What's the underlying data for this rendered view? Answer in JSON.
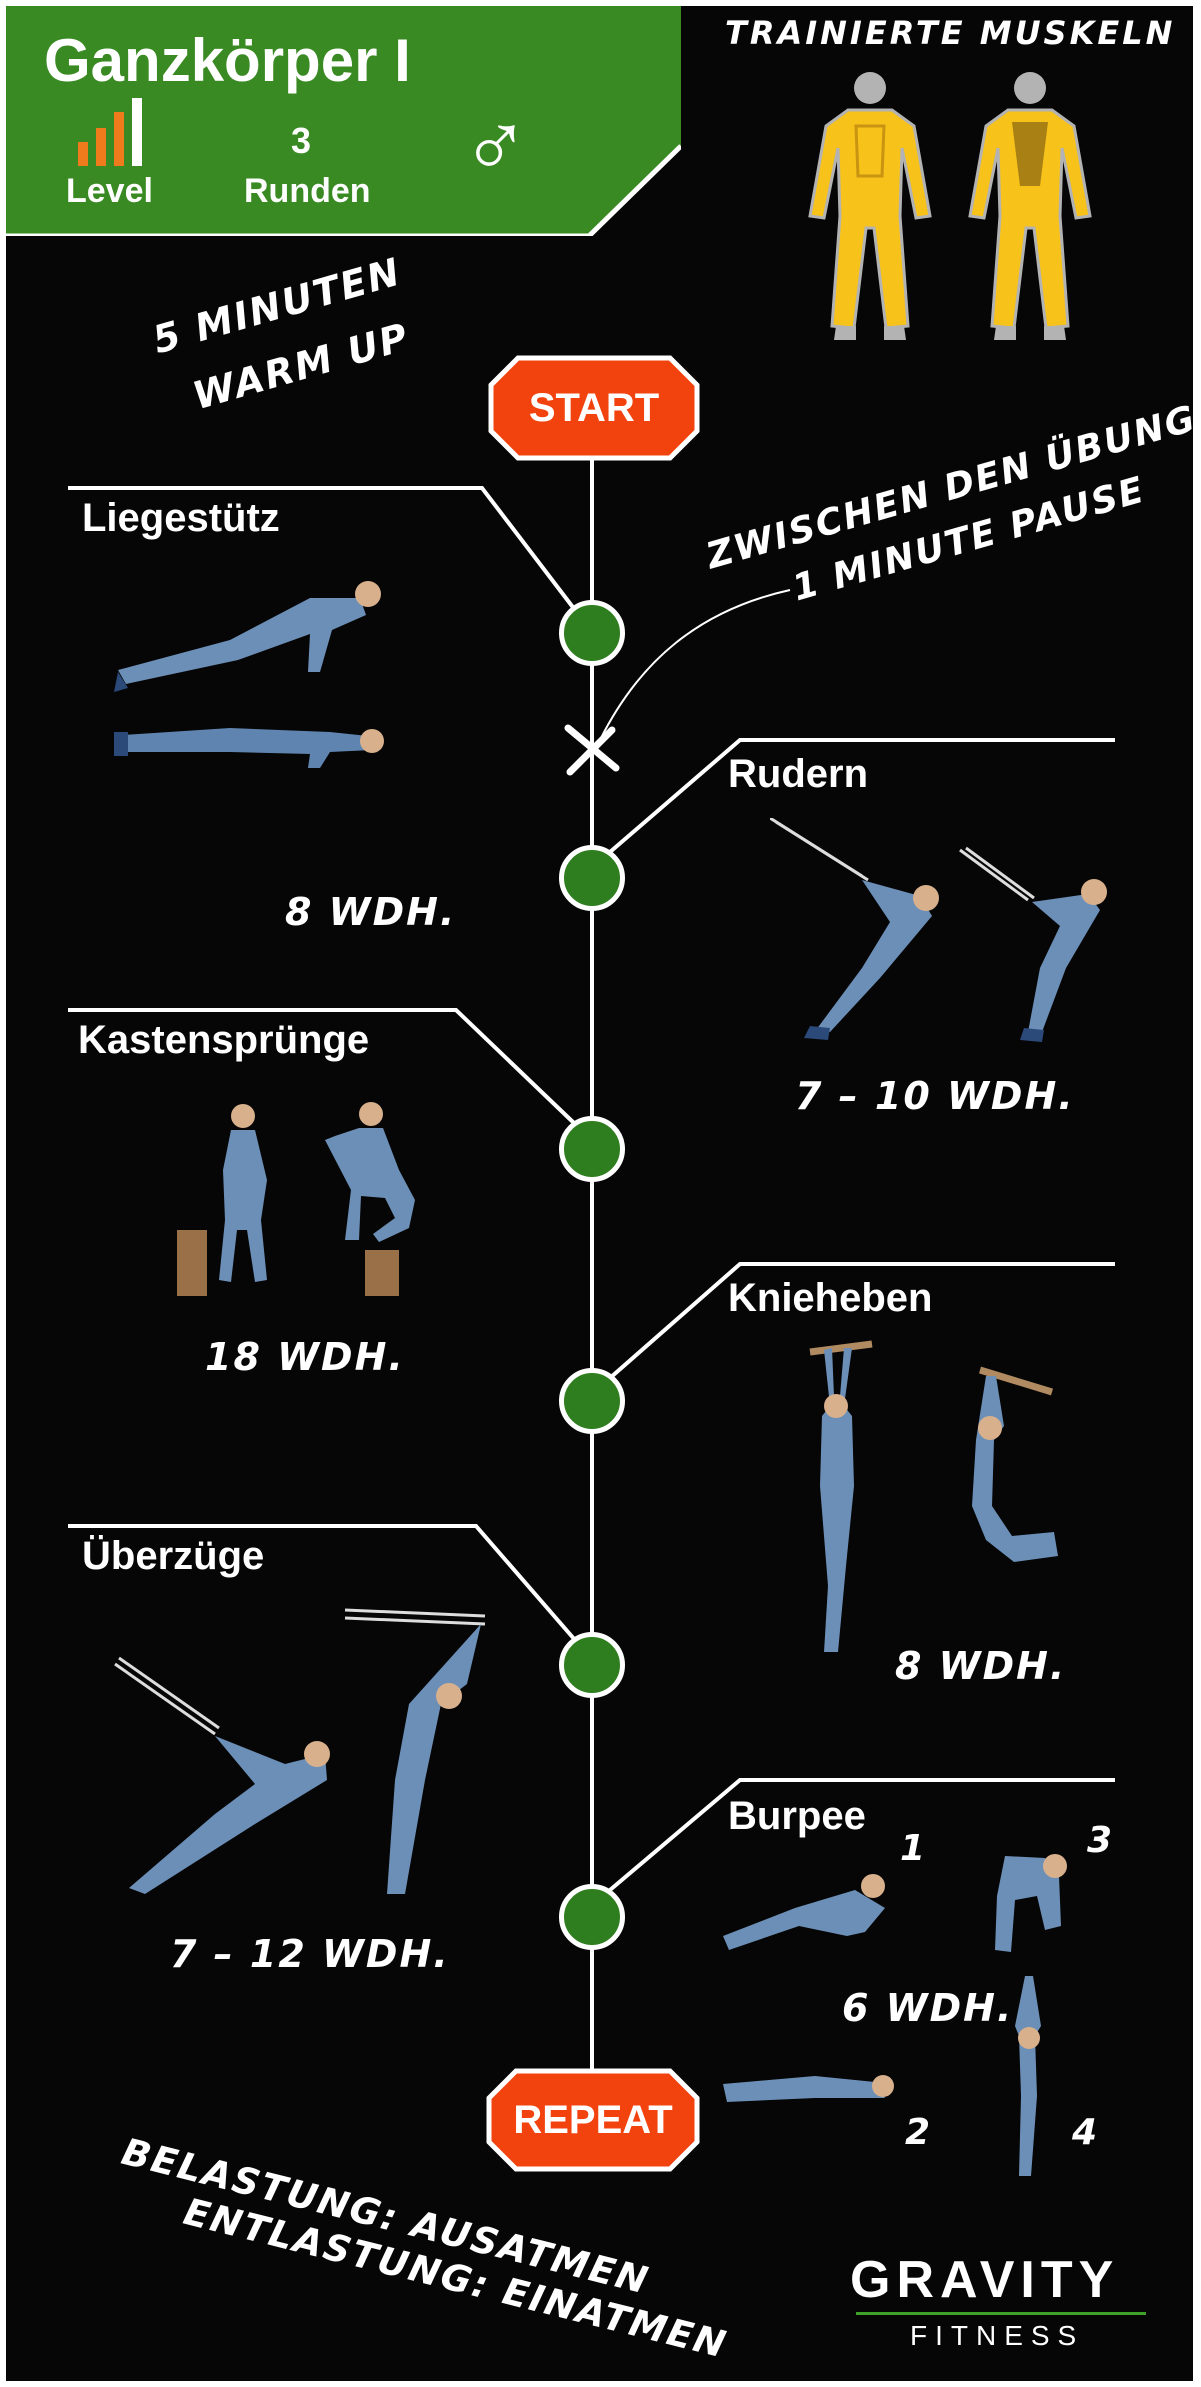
{
  "header": {
    "title": "Ganzkörper I",
    "level_label": "Level",
    "rounds_value": "3",
    "rounds_label": "Runden",
    "gender_symbol": "♂",
    "bg_color": "#3a8a23",
    "level_bar_color": "#f07b1d",
    "level_bar_inactive_color": "#ffffff"
  },
  "muscles": {
    "title": "TRAINIERTE MUSKELN",
    "highlight_color": "#f7c21a",
    "body_color": "#b3b3b3"
  },
  "notes": {
    "warmup_line1": "5 MINUTEN",
    "warmup_line2": "WARM UP",
    "pause_line1": "ZWISCHEN DEN ÜBUNGEN",
    "pause_line2": "1 MINUTE PAUSE",
    "breathing_line1": "BELASTUNG: AUSATMEN",
    "breathing_line2": "ENTLASTUNG: EINATMEN"
  },
  "flow": {
    "start_label": "START",
    "repeat_label": "REPEAT",
    "stop_color": "#f2430f",
    "node_color": "#2e7d1f"
  },
  "exercises": [
    {
      "name": "Liegestütz",
      "reps": "8 WDH."
    },
    {
      "name": "Rudern",
      "reps": "7 – 10 WDH."
    },
    {
      "name": "Kastensprünge",
      "reps": "18 WDH."
    },
    {
      "name": "Knieheben",
      "reps": "8 WDH."
    },
    {
      "name": "Überzüge",
      "reps": "7 – 12 WDH."
    },
    {
      "name": "Burpee",
      "reps": "6 WDH.",
      "steps": [
        "1",
        "2",
        "3",
        "4"
      ]
    }
  ],
  "logo": {
    "wordmark": "GRAVITY",
    "tagline": "FITNESS",
    "accent_color": "#3fa02a"
  }
}
